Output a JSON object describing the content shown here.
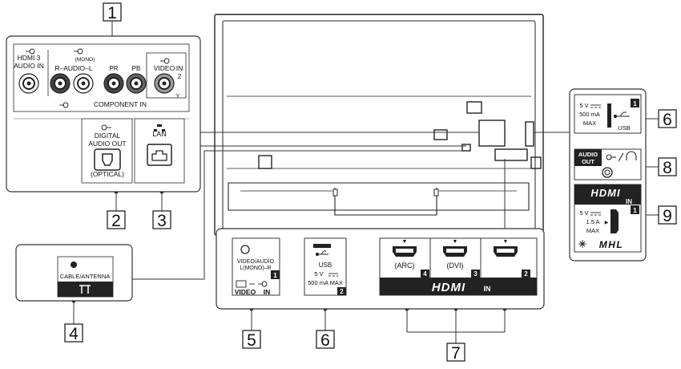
{
  "callouts": {
    "c1": "1",
    "c2": "2",
    "c3": "3",
    "c4": "4",
    "c5": "5",
    "c6a": "6",
    "c6b": "6",
    "c7": "7",
    "c8": "8",
    "c9": "9"
  },
  "panel_top_left": {
    "hdmi3_audio_in": "HDMI 3",
    "hdmi3_audio_in_2": "AUDIO IN",
    "mono": "(MONO)",
    "r_audio_l": "R–AUDIO–L",
    "pr": "PR",
    "pb": "PB",
    "video_in": "VIDEO",
    "video_in_2": "IN",
    "video_in_num": "2",
    "y": "Y",
    "component_in": "COMPONENT IN",
    "digital_audio_out": "DIGITAL",
    "digital_audio_out_2": "AUDIO OUT",
    "optical": "(OPTICAL)",
    "lan": "LAN"
  },
  "panel_antenna": {
    "label": "CABLE/ANTENNA"
  },
  "panel_bottom": {
    "video_audio_1": "VIDEO/AUDIO",
    "video_audio_2": "L(MONO)–R",
    "video_in_num": "1",
    "video_in": "VIDEO",
    "video_in_2": "IN",
    "usb": "USB",
    "usb_5v": "5 V",
    "usb_500": "500 mA MAX",
    "usb_num": "2",
    "arc": "(ARC)",
    "dvi": "(DVI)",
    "hdmi4": "4",
    "hdmi3": "3",
    "hdmi2": "2",
    "hdmi_logo": "HDMI",
    "hdmi_in": "IN"
  },
  "panel_right": {
    "usb_5v": "5 V",
    "usb_500": "500 mA",
    "usb_max": "MAX",
    "usb": "USB",
    "usb_num": "1",
    "audio_out_1": "AUDIO",
    "audio_out_2": "OUT",
    "hdmi_logo": "HDMI",
    "hdmi_in": "IN",
    "hdmi_num": "1",
    "hdmi_5v": "5 V",
    "hdmi_15a": "1.5 A",
    "hdmi_max": "MAX",
    "mhl": "MHL"
  }
}
